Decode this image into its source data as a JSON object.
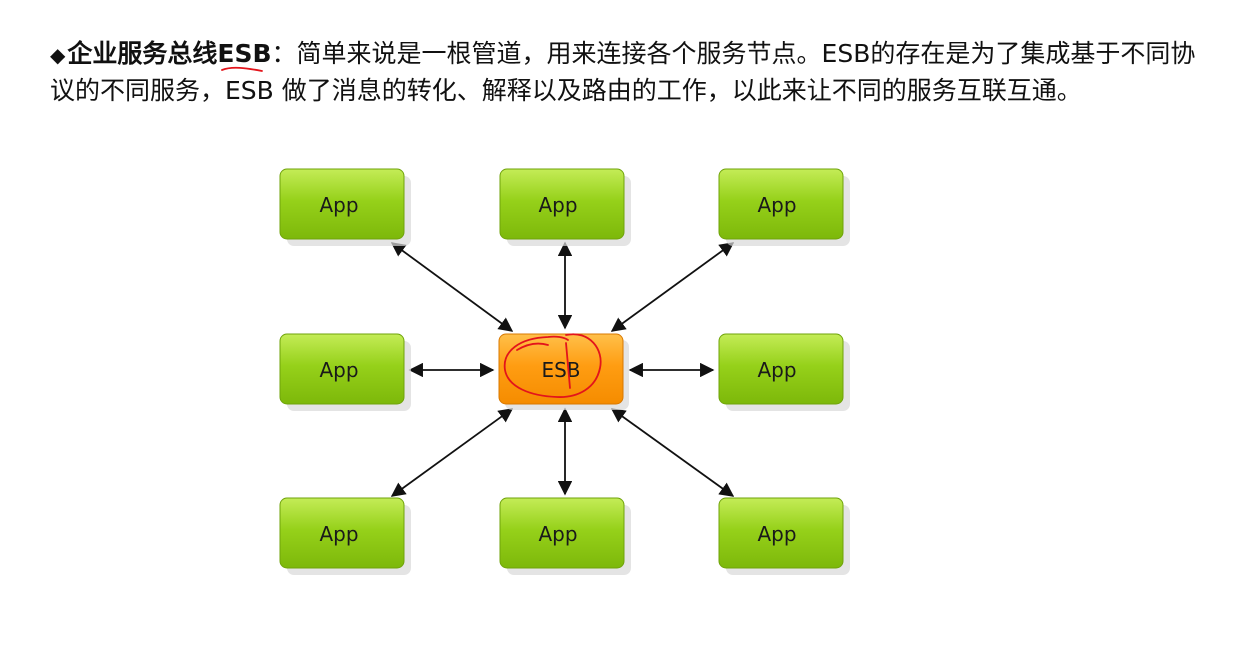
{
  "intro": {
    "bullet": "◆",
    "term": "企业服务总线ESB",
    "text": "：简单来说是一根管道，用来连接各个服务节点。ESB的存在是为了集成基于不同协议的不同服务，ESB 做了消息的转化、解释以及路由的工作，以此来让不同的服务互联互通。"
  },
  "diagram": {
    "hub": {
      "label": "ESB",
      "color": "#ff9900"
    },
    "app_color": "#8ccc10",
    "nodes": [
      {
        "label": "App"
      },
      {
        "label": "App"
      },
      {
        "label": "App"
      },
      {
        "label": "App"
      },
      {
        "label": "App"
      },
      {
        "label": "App"
      },
      {
        "label": "App"
      },
      {
        "label": "App"
      }
    ]
  }
}
